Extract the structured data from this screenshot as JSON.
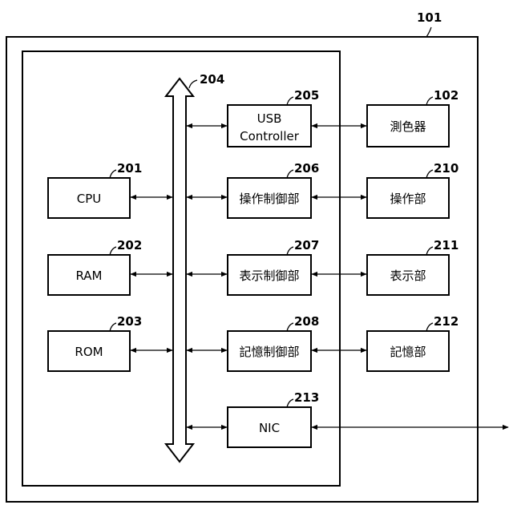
{
  "refs": {
    "device": "101",
    "colorimeter": "102",
    "cpu": "201",
    "ram": "202",
    "rom": "203",
    "bus": "204",
    "usb": "205",
    "op_ctrl": "206",
    "disp_ctrl": "207",
    "mem_ctrl": "208",
    "op_unit": "210",
    "disp_unit": "211",
    "mem_unit": "212",
    "nic": "213"
  },
  "labels": {
    "cpu": "CPU",
    "ram": "RAM",
    "rom": "ROM",
    "usb_line1": "USB",
    "usb_line2": "Controller",
    "op_ctrl": "操作制御部",
    "disp_ctrl": "表示制御部",
    "mem_ctrl": "記憶制御部",
    "nic": "NIC",
    "colorimeter": "測色器",
    "op_unit": "操作部",
    "disp_unit": "表示部",
    "mem_unit": "記憶部"
  }
}
